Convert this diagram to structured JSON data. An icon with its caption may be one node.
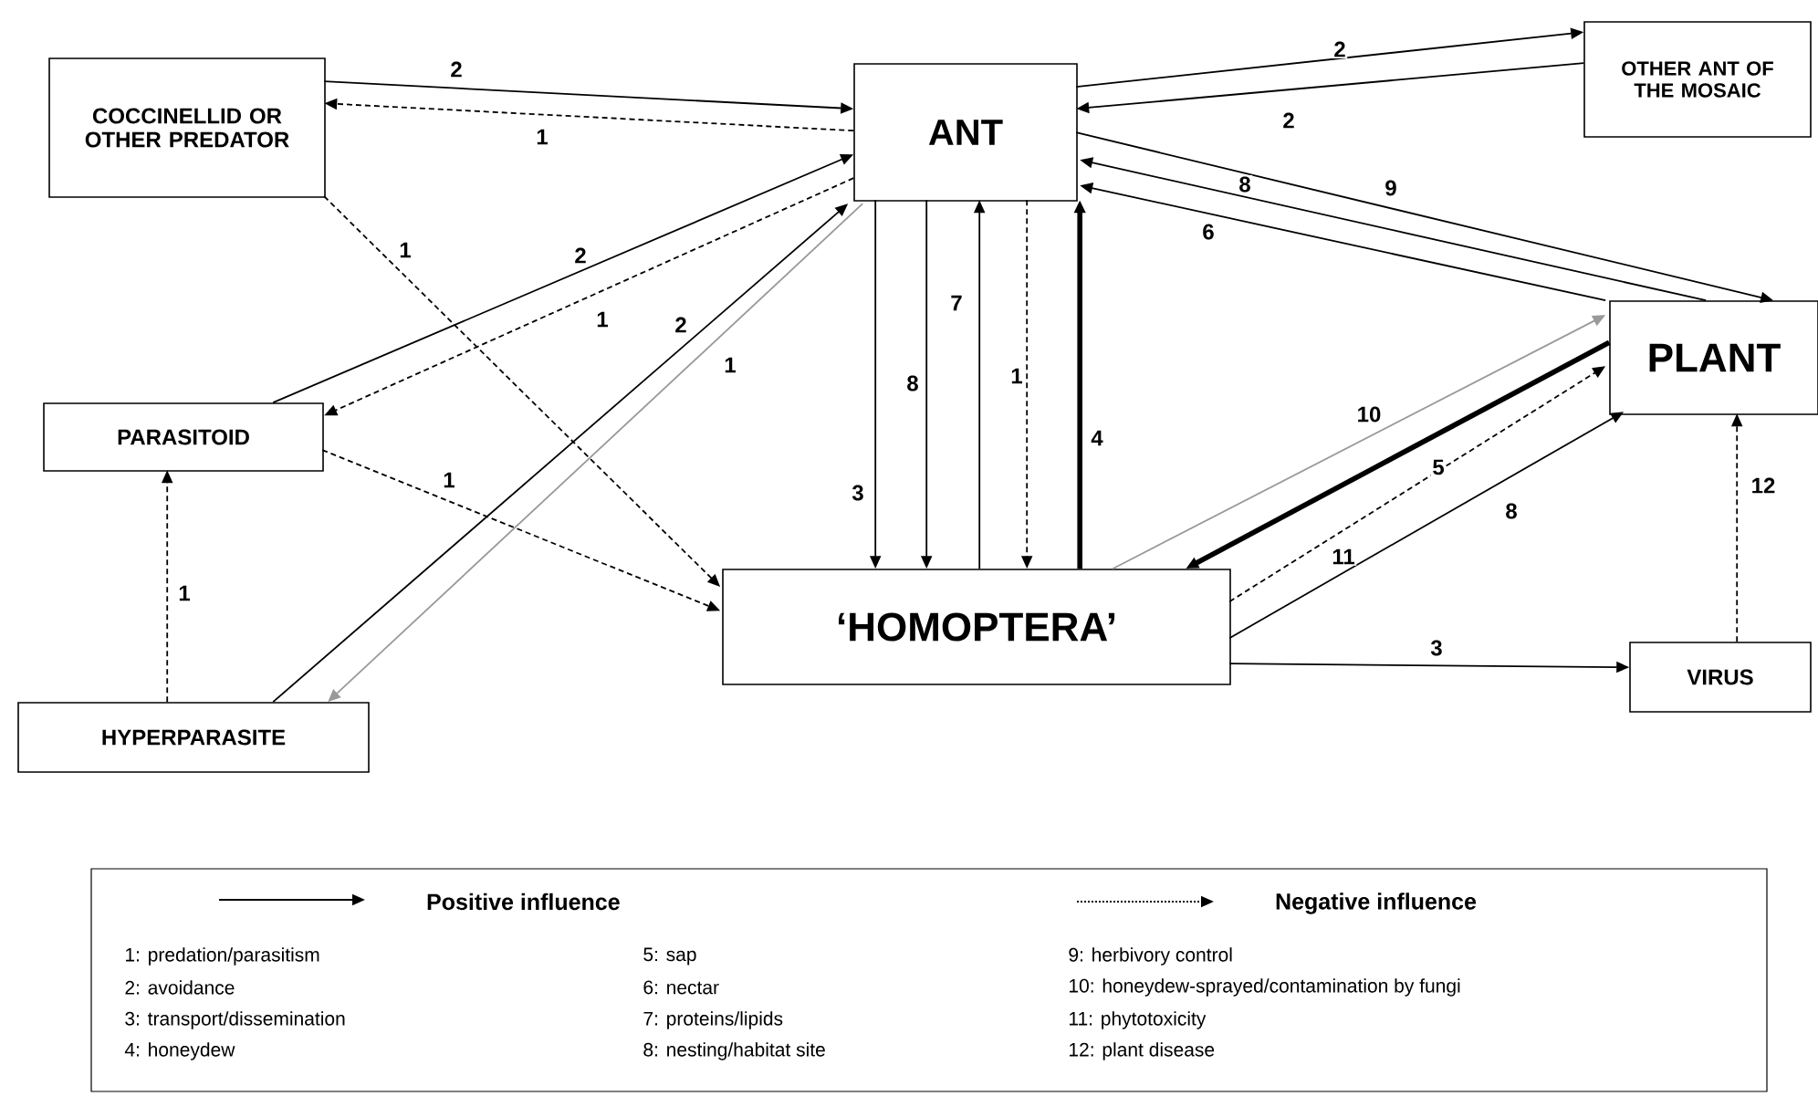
{
  "diagram": {
    "nodes": [
      {
        "text": [
          "COCCINELLID OR OTHER PREDATOR"
        ]
      },
      {
        "text": [
          "ANT"
        ]
      },
      {
        "text": [
          "OTHER ANT OF THE MOSAIC"
        ]
      },
      {
        "text": [
          "PARASITOID"
        ]
      },
      {
        "text": [
          "PLANT"
        ]
      },
      {
        "text": [
          "‘HOMOPTERA’"
        ]
      },
      {
        "text": [
          "HYPERPARASITE"
        ]
      },
      {
        "text": [
          "VIRUS"
        ]
      }
    ],
    "edges": [
      {
        "from": 0,
        "to": 1,
        "arrow": "to",
        "label": "2"
      },
      {
        "from": 1,
        "to": 0,
        "arrow": "to",
        "label": "1",
        "style": "dashed"
      },
      {
        "from": 0,
        "to": 5,
        "arrow": "to",
        "label": "1",
        "style": "dashed"
      },
      {
        "from": 3,
        "to": 1,
        "arrow": "to",
        "label": "2"
      },
      {
        "from": 1,
        "to": 3,
        "arrow": "to",
        "label": "1",
        "style": "dashed"
      },
      {
        "from": 6,
        "to": 1,
        "arrow": "to",
        "label": "2"
      },
      {
        "from": 1,
        "to": 6,
        "arrow": "to",
        "label": "1",
        "color": "#999999"
      },
      {
        "from": 3,
        "to": 5,
        "arrow": "to",
        "label": "1",
        "style": "dashed"
      },
      {
        "from": 6,
        "to": 3,
        "arrow": "to",
        "label": "1",
        "style": "dashed"
      },
      {
        "from": 1,
        "to": 5,
        "arrow": "to",
        "label": "3"
      },
      {
        "from": 1,
        "to": 5,
        "arrow": "to",
        "label": "8"
      },
      {
        "from": 5,
        "to": 1,
        "arrow": "to",
        "label": "7"
      },
      {
        "from": 1,
        "to": 5,
        "arrow": "to",
        "label": "1",
        "style": "dashed"
      },
      {
        "from": 5,
        "to": 1,
        "arrow": "to",
        "label": "4",
        "style": "thick"
      },
      {
        "from": 1,
        "to": 2,
        "arrow": "to",
        "label": "2"
      },
      {
        "from": 2,
        "to": 1,
        "arrow": "to",
        "label": "2"
      },
      {
        "from": 4,
        "to": 1,
        "arrow": "to",
        "label": "8"
      },
      {
        "from": 1,
        "to": 4,
        "arrow": "to",
        "label": "9"
      },
      {
        "from": 4,
        "to": 1,
        "arrow": "to",
        "label": "6"
      },
      {
        "from": 5,
        "to": 4,
        "arrow": "to",
        "label": "10",
        "color": "#999999"
      },
      {
        "from": 4,
        "to": 5,
        "arrow": "to",
        "label": "5",
        "style": "thick"
      },
      {
        "from": 5,
        "to": 4,
        "arrow": "to",
        "label": "11",
        "style": "dashed"
      },
      {
        "from": 5,
        "to": 4,
        "arrow": "to",
        "label": "8"
      },
      {
        "from": 5,
        "to": 7,
        "arrow": "to",
        "label": "3"
      },
      {
        "from": 7,
        "to": 4,
        "arrow": "to",
        "label": "12",
        "style": "dashed"
      }
    ],
    "labels": [
      "1: predation/parasitism",
      "5: sap",
      "9: herbivory control",
      "2: avoidance",
      "6: nectar",
      "10: honeydew-sprayed/contamination by fungi",
      "3: transport/dissemination",
      "7: proteins/lipids",
      "11: phytotoxicity",
      "4: honeydew",
      "8: nesting/habitat site",
      "12: plant disease"
    ],
    "legend": [
      {
        "text": "Positive influence"
      },
      {
        "text": "Negative influence"
      }
    ]
  }
}
